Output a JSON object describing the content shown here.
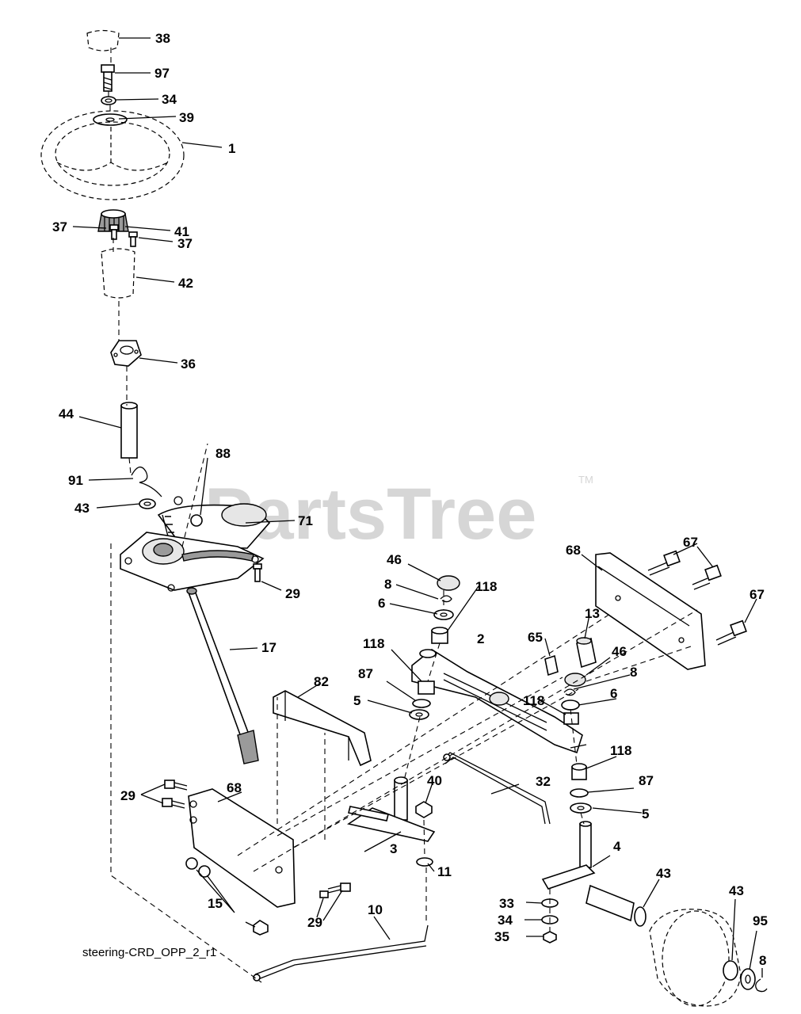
{
  "brand": {
    "watermark": "PartsTree",
    "trademark": "TM"
  },
  "caption": "steering-CRD_OPP_2_r1",
  "callouts": [
    "38",
    "97",
    "34",
    "39",
    "1",
    "41",
    "42",
    "37",
    "37",
    "36",
    "44",
    "88",
    "91",
    "43",
    "71",
    "29",
    "17",
    "46",
    "8",
    "6",
    "118",
    "68",
    "67",
    "67",
    "13",
    "65",
    "46",
    "118",
    "2",
    "87",
    "5",
    "82",
    "8",
    "118",
    "6",
    "118",
    "87",
    "5",
    "32",
    "40",
    "68",
    "29",
    "3",
    "4",
    "11",
    "43",
    "33",
    "43",
    "34",
    "95",
    "15",
    "29",
    "10",
    "35",
    "8"
  ],
  "colors": {
    "ink": "#000000",
    "watermark": "#d6d6d6",
    "background": "#ffffff"
  }
}
